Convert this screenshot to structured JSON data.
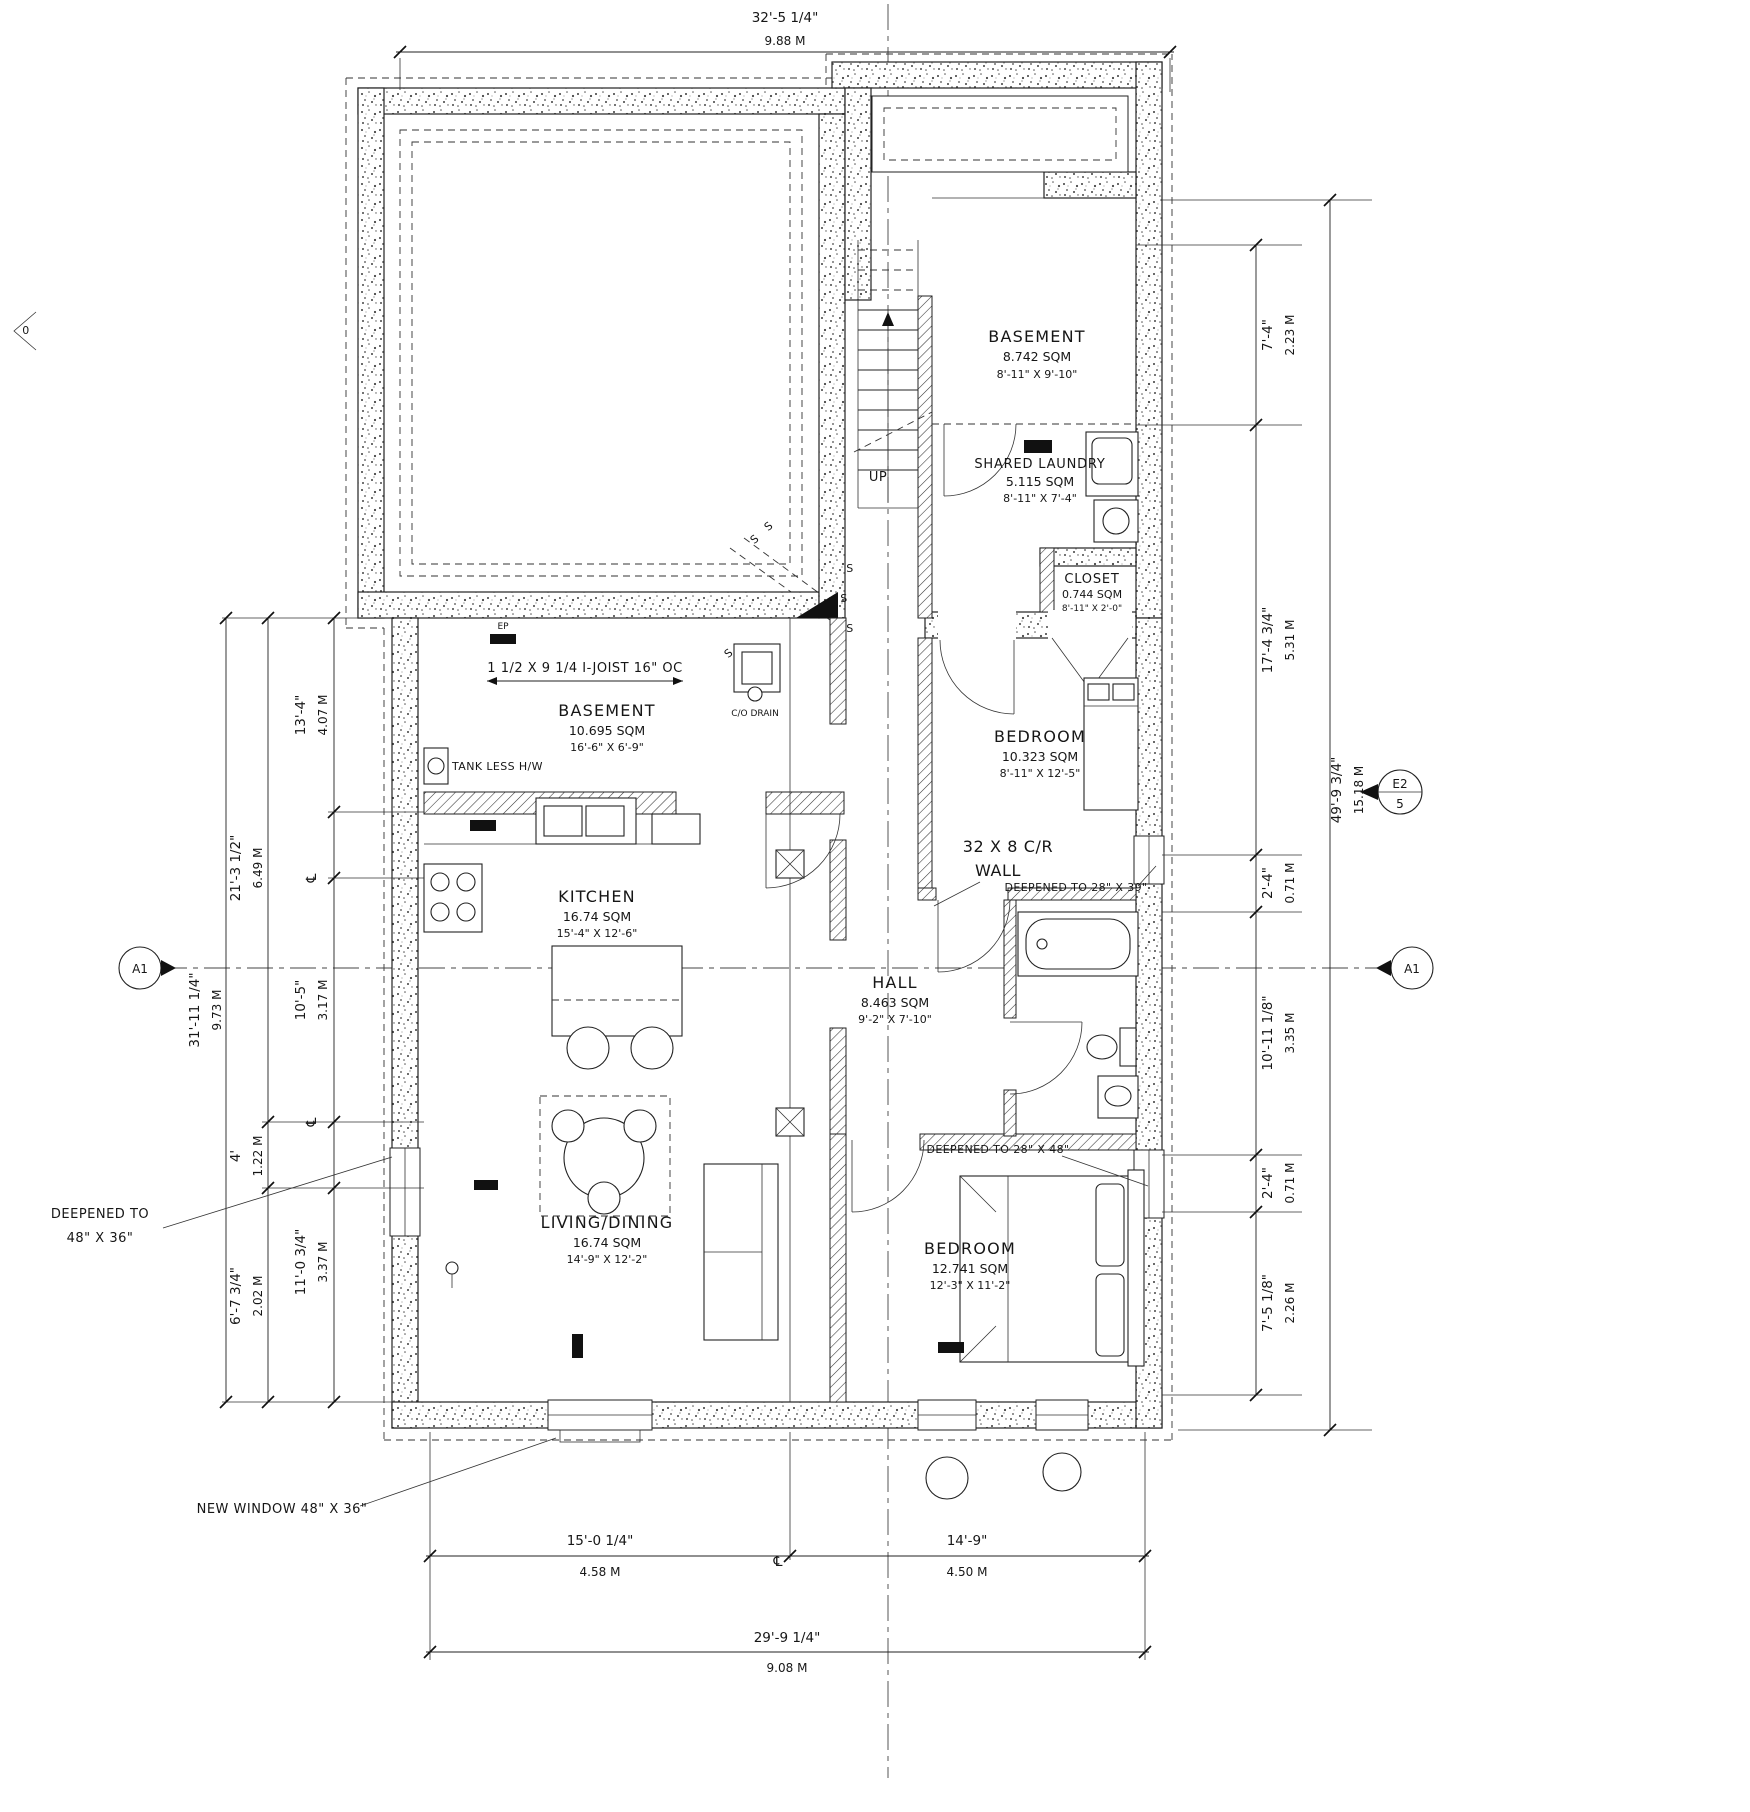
{
  "drawing": {
    "rooms": {
      "basement_upper": {
        "name": "BASEMENT",
        "area": "8.742 SQM",
        "size": "8'-11\" X 9'-10\""
      },
      "shared_laundry": {
        "name": "SHARED LAUNDRY",
        "area": "5.115 SQM",
        "size": "8'-11\" X 7'-4\""
      },
      "closet": {
        "name": "CLOSET",
        "area": "0.744 SQM",
        "size": "8'-11\" X 2'-0\""
      },
      "bedroom_upper": {
        "name": "BEDROOM",
        "area": "10.323 SQM",
        "size": "8'-11\" X 12'-5\""
      },
      "basement_main": {
        "name": "BASEMENT",
        "area": "10.695 SQM",
        "size": "16'-6\" X 6'-9\""
      },
      "kitchen": {
        "name": "KITCHEN",
        "area": "16.74 SQM",
        "size": "15'-4\" X 12'-6\""
      },
      "hall": {
        "name": "HALL",
        "area": "8.463 SQM",
        "size": "9'-2\" X 7'-10\""
      },
      "living_dining": {
        "name": "LIVING/DINING",
        "area": "16.74 SQM",
        "size": "14'-9\" X 12'-2\""
      },
      "bedroom_main": {
        "name": "BEDROOM",
        "area": "12.741 SQM",
        "size": "12'-3\" X 11'-2\""
      }
    },
    "annotations": {
      "joist": "1 1/2 X 9 1/4 I-JOIST 16\" OC",
      "co_drain": "C/O DRAIN",
      "tankless": "TANK LESS H/W",
      "up": "UP",
      "cr_wall_line1": "32 X 8 C/R",
      "cr_wall_line2": "WALL",
      "deepened_2839": "DEEPENED TO 28\" X 39\"",
      "deepened_2848": "DEEPENED TO 28\" X 48\"",
      "deepened_4836_line1": "DEEPENED TO",
      "deepened_4836_line2": "48\" X 36\"",
      "new_window": "NEW WINDOW 48\" X 36\"",
      "ep": "EP",
      "s_mark": "S",
      "edge_marker": "0"
    },
    "dims": {
      "top": {
        "imperial": "32'-5 1/4\"",
        "metric": "9.88 M"
      },
      "left": {
        "d13_4": {
          "imperial": "13'-4\"",
          "metric": "4.07 M"
        },
        "d21_3": {
          "imperial": "21'-3 1/2\"",
          "metric": "6.49 M"
        },
        "d31_11": {
          "imperial": "31'-11 1/4\"",
          "metric": "9.73 M"
        },
        "d10_5": {
          "imperial": "10'-5\"",
          "metric": "3.17 M"
        },
        "d4": {
          "imperial": "4'",
          "metric": "1.22 M"
        },
        "d11_0": {
          "imperial": "11'-0 3/4\"",
          "metric": "3.37 M"
        },
        "d6_7": {
          "imperial": "6'-7 3/4\"",
          "metric": "2.02 M"
        },
        "centerline": "℄"
      },
      "right": {
        "d7_4": {
          "imperial": "7'-4\"",
          "metric": "2.23 M"
        },
        "d17_4": {
          "imperial": "17'-4 3/4\"",
          "metric": "5.31 M"
        },
        "d2_4a": {
          "imperial": "2'-4\"",
          "metric": "0.71 M"
        },
        "d10_11": {
          "imperial": "10'-11 1/8\"",
          "metric": "3.35 M"
        },
        "d2_4b": {
          "imperial": "2'-4\"",
          "metric": "0.71 M"
        },
        "d7_5": {
          "imperial": "7'-5 1/8\"",
          "metric": "2.26 M"
        },
        "overall": {
          "imperial": "49'-9 3/4\"",
          "metric": "15.18 M"
        }
      },
      "bottom": {
        "d15_0": {
          "imperial": "15'-0 1/4\"",
          "metric": "4.58 M"
        },
        "d14_9": {
          "imperial": "14'-9\"",
          "metric": "4.50 M"
        },
        "overall": {
          "imperial": "29'-9 1/4\"",
          "metric": "9.08 M"
        },
        "centerline": "℄"
      }
    },
    "markers": {
      "a1": "A1",
      "e2": "E2",
      "e2_sheet": "5"
    }
  }
}
